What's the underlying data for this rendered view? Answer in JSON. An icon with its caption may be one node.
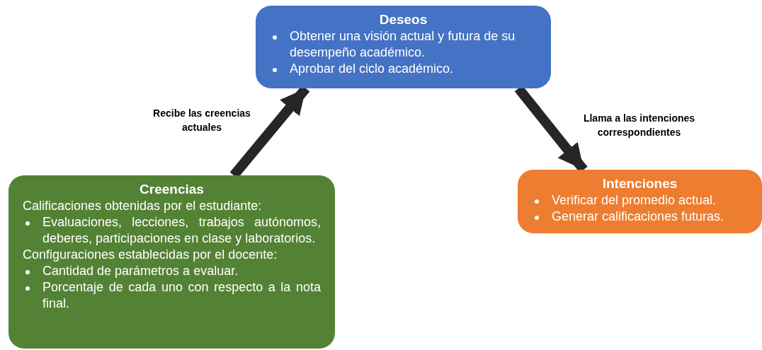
{
  "diagram": {
    "nodes": [
      {
        "text": [
          "Deseos",
          "Obtener una visión actual y futura de su desempeño académico.",
          "Aprobar del ciclo académico."
        ]
      },
      {
        "text": [
          "Creencias",
          "Calificaciones obtenidas por el estudiante:",
          "Evaluaciones, lecciones, trabajos autónomos, deberes, participaciones en clase y laboratorios.",
          "Configuraciones establecidas por el docente:",
          "Cantidad de parámetros a evaluar.",
          "Porcentaje de cada uno con respecto a la nota final."
        ]
      },
      {
        "text": [
          "Intenciones",
          "Verificar del promedio actual.",
          "Generar calificaciones futuras."
        ]
      }
    ],
    "edges": [
      {
        "from": 1,
        "to": 0,
        "arrow": "to",
        "label": "Recibe las creencias actuales"
      },
      {
        "from": 0,
        "to": 2,
        "arrow": "to",
        "label": "Llama a las intenciones correspondientes"
      }
    ]
  }
}
